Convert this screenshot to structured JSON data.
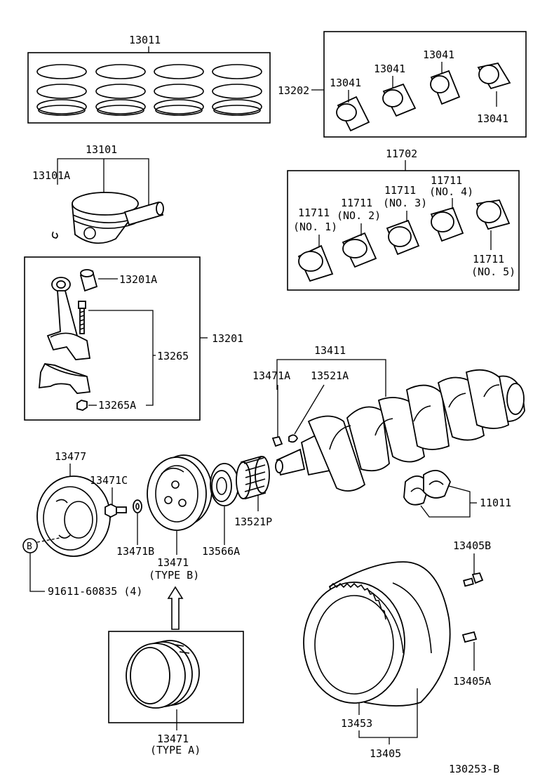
{
  "labels": {
    "p13011": "13011",
    "p13202": "13202",
    "p13041_a": "13041",
    "p13041_b": "13041",
    "p13041_c": "13041",
    "p13041_d": "13041",
    "p13101": "13101",
    "p13101a": "13101A",
    "p11702": "11702",
    "p11711_1": "11711",
    "p11711_1n": "(NO. 1)",
    "p11711_2": "11711",
    "p11711_2n": "(NO. 2)",
    "p11711_3": "11711",
    "p11711_3n": "(NO. 3)",
    "p11711_4": "11711",
    "p11711_4n": "(NO. 4)",
    "p11711_5": "11711",
    "p11711_5n": "(NO. 5)",
    "p13201a": "13201A",
    "p13201": "13201",
    "p13265": "13265",
    "p13265a": "13265A",
    "p13411": "13411",
    "p13471a": "13471A",
    "p13521a": "13521A",
    "p13477": "13477",
    "p13471c": "13471C",
    "p13471b": "13471B",
    "p13471": "13471",
    "p13471_type_b": "(TYPE B)",
    "p13566a": "13566A",
    "p13521p": "13521P",
    "p11011": "11011",
    "circle_b": "B",
    "bolt_ref": "91611-60835 (4)",
    "p13405b": "13405B",
    "p13405a": "13405A",
    "p13453": "13453",
    "p13405": "13405",
    "p13471_a": "13471",
    "p13471_type_a": "(TYPE A)",
    "figure_code": "130253-B"
  }
}
